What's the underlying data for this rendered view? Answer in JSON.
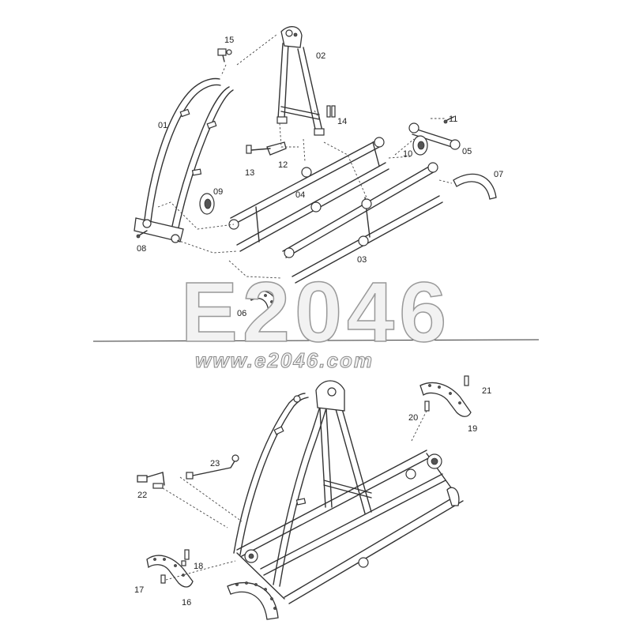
{
  "watermark": {
    "brand": "E2046",
    "url": "www.e2046.com"
  },
  "callouts": {
    "upper": [
      "01",
      "02",
      "03",
      "04",
      "05",
      "06",
      "07",
      "08",
      "09",
      "10",
      "11",
      "12",
      "13",
      "14",
      "15"
    ],
    "lower": [
      "16",
      "17",
      "18",
      "19",
      "20",
      "21",
      "22",
      "23"
    ]
  },
  "colors": {
    "line": "#333333",
    "watermark_fill": "#f2f2f2",
    "watermark_stroke": "#999999"
  }
}
